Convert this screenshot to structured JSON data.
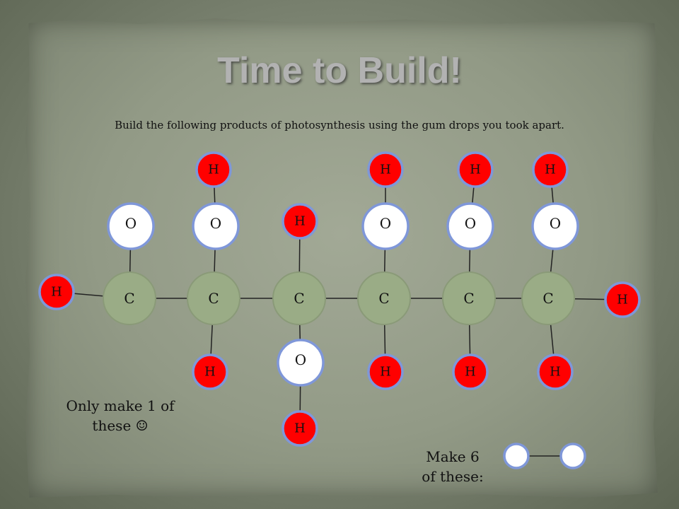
{
  "slide": {
    "title": "Time to Build!",
    "subtitle": "Build the following products of photosynthesis using the gum drops you took apart.",
    "note_glucose": "Only make 1 of these ☺",
    "note_oxygen": "Make 6 of these:"
  },
  "colors": {
    "carbon": "#9aac86",
    "oxygen": "#ffffff",
    "hydrogen": "#ff0000",
    "atom_ring": "#7f97d9",
    "bond": "#222222"
  },
  "diagram": {
    "atom_labels": {
      "carbon": "C",
      "oxygen": "O",
      "hydrogen": "H"
    },
    "glucose": {
      "carbon_count": 6,
      "oxygen_count": 6,
      "hydrogen_count": 12
    },
    "oxygen_molecule": {
      "atoms": [
        "",
        ""
      ]
    }
  }
}
